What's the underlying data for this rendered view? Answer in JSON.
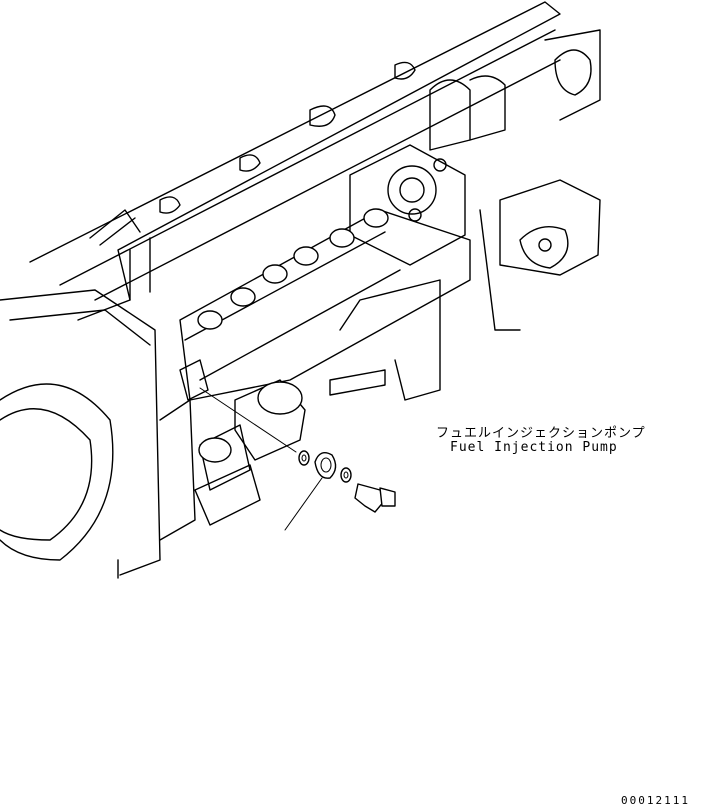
{
  "callout": {
    "label_jp": "フュエルインジェクションポンプ",
    "label_en": "Fuel Injection Pump"
  },
  "figure_code": "00012111"
}
